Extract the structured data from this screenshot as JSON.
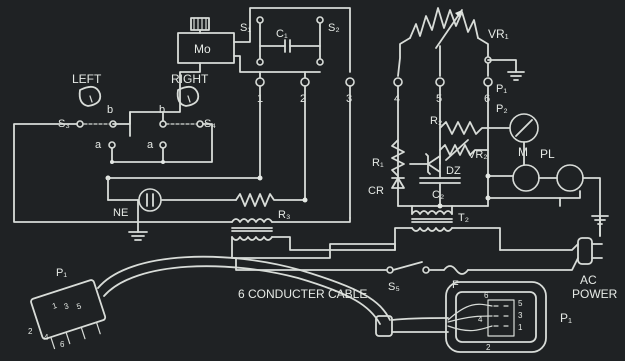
{
  "labels": {
    "left": "LEFT",
    "right": "RIGHT",
    "s3": "S₃",
    "s4": "S₄",
    "sw_a_left": "a",
    "sw_b_left": "b",
    "sw_a_right": "a",
    "sw_b_right": "b",
    "motor": "Mo",
    "s1": "S₁",
    "c1": "C₁",
    "s2": "S₂",
    "vr1": "VR₁",
    "p1_a": "P₁",
    "p2": "P₂",
    "r2": "R₂",
    "vr2": "VR₂",
    "m": "M",
    "pl": "PL",
    "r1": "R₁",
    "dz": "DZ",
    "cr": "CR",
    "c2": "C₂",
    "t2": "T₂",
    "ne": "NE",
    "r3": "R₃",
    "s5": "S₅",
    "f": "F",
    "ac_line1": "AC",
    "ac_line2": "POWER",
    "cable": "6 CONDUCTER CABLE",
    "p1_plug": "P₁",
    "p1_socket": "P₁",
    "t1": "1",
    "t2n": "2",
    "t3": "3",
    "t4": "4",
    "t5": "5",
    "t6": "6",
    "plug_pins": [
      "1",
      "3",
      "5",
      "2",
      "4",
      "6"
    ],
    "socket_pins": [
      "6",
      "4",
      "5",
      "3",
      "1",
      "2"
    ]
  }
}
